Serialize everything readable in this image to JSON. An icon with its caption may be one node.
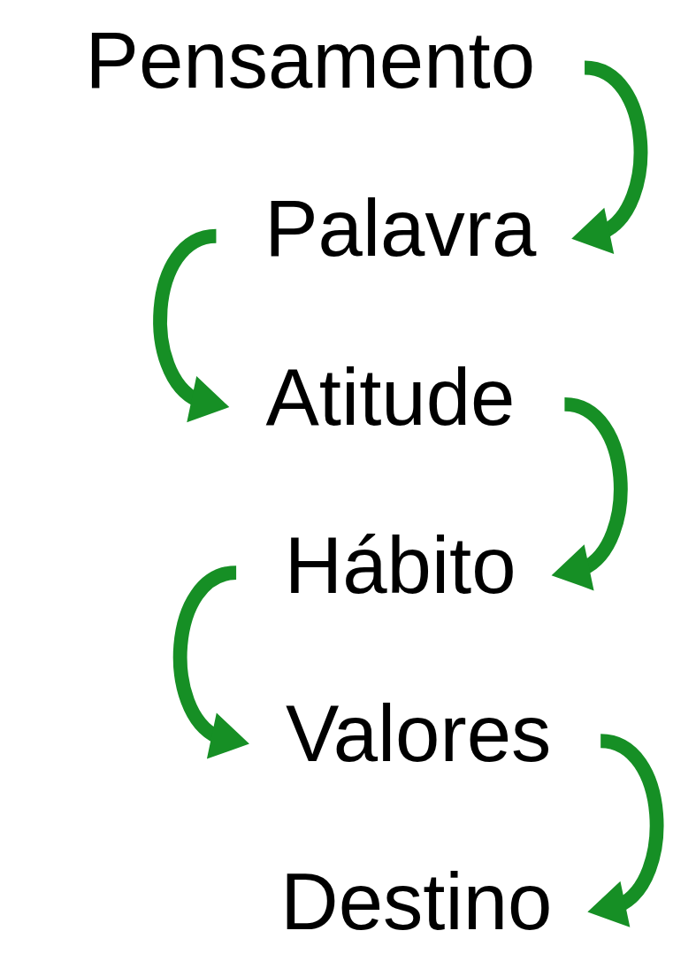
{
  "diagram": {
    "nodes": [
      {
        "text": [
          "Pensamento"
        ]
      },
      {
        "text": [
          "Palavra"
        ]
      },
      {
        "text": [
          "Atitude"
        ]
      },
      {
        "text": [
          "Hábito"
        ]
      },
      {
        "text": [
          "Valores"
        ]
      },
      {
        "text": [
          "Destino"
        ]
      }
    ],
    "edges": [
      {
        "from": 0,
        "to": 1,
        "arrow": "to"
      },
      {
        "from": 1,
        "to": 2,
        "arrow": "to"
      },
      {
        "from": 2,
        "to": 3,
        "arrow": "to"
      },
      {
        "from": 3,
        "to": 4,
        "arrow": "to"
      },
      {
        "from": 4,
        "to": 5,
        "arrow": "to"
      }
    ]
  }
}
